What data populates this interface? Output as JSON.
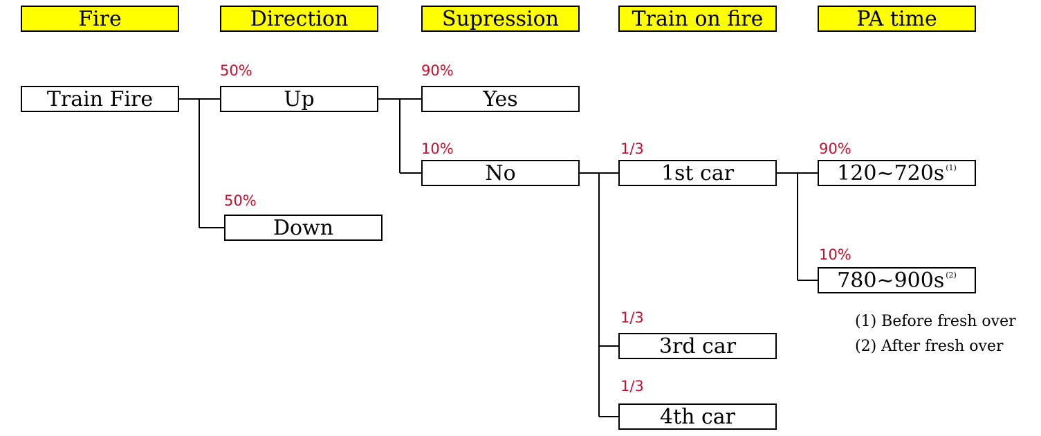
{
  "headers": {
    "fire": "Fire",
    "direction": "Direction",
    "suppression": "Supression",
    "train_on_fire": "Train on fire",
    "pa_time": "PA time"
  },
  "nodes": {
    "train_fire": "Train Fire",
    "up": "Up",
    "down": "Down",
    "yes": "Yes",
    "no": "No",
    "car1": "1st car",
    "car3": "3rd car",
    "car4": "4th car",
    "pa1": "120~720s",
    "pa1_sup": "(1)",
    "pa2": "780~900s",
    "pa2_sup": "(2)"
  },
  "probabilities": {
    "up": "50%",
    "down": "50%",
    "yes": "90%",
    "no": "10%",
    "car1": "1/3",
    "car3": "1/3",
    "car4": "1/3",
    "pa1": "90%",
    "pa2": "10%"
  },
  "notes": {
    "note1": "(1) Before fresh over",
    "note2": "(2) After fresh over"
  },
  "colors": {
    "header_fill": "#ffff00",
    "probability_text": "#c8102e"
  }
}
